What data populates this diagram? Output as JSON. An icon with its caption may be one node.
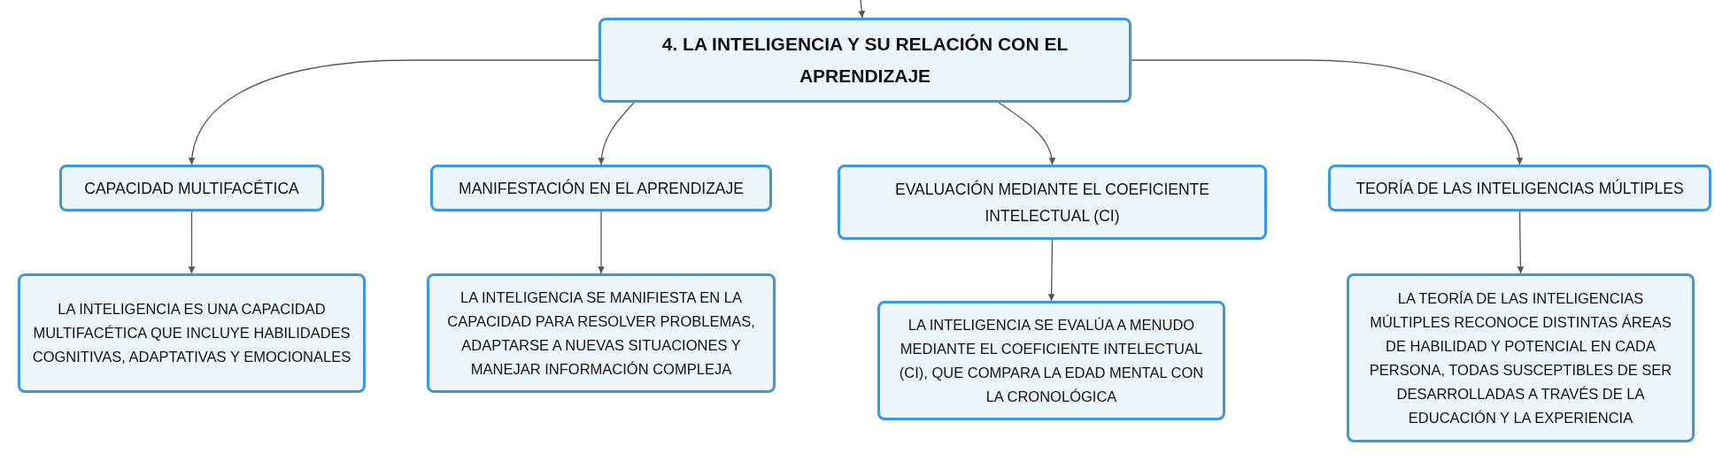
{
  "diagram": {
    "nodes": [
      {
        "text": [
          "4. LA INTELIGENCIA Y SU RELACIÓN CON EL APRENDIZAJE"
        ]
      },
      {
        "text": [
          "CAPACIDAD MULTIFACÉTICA"
        ]
      },
      {
        "text": [
          "MANIFESTACIÓN EN EL APRENDIZAJE"
        ]
      },
      {
        "text": [
          "EVALUACIÓN MEDIANTE EL COEFICIENTE INTELECTUAL (CI)"
        ]
      },
      {
        "text": [
          "TEORÍA DE LAS INTELIGENCIAS MÚLTIPLES"
        ]
      },
      {
        "text": [
          "LA INTELIGENCIA ES UNA CAPACIDAD MULTIFACÉTICA QUE INCLUYE HABILIDADES COGNITIVAS, ADAPTATIVAS Y EMOCIONALES"
        ]
      },
      {
        "text": [
          "LA INTELIGENCIA SE MANIFIESTA EN LA CAPACIDAD PARA RESOLVER PROBLEMAS, ADAPTARSE A NUEVAS SITUACIONES Y MANEJAR INFORMACIÓN COMPLEJA"
        ]
      },
      {
        "text": [
          "LA INTELIGENCIA SE EVALÚA A MENUDO MEDIANTE EL COEFICIENTE INTELECTUAL (CI), QUE COMPARA LA EDAD MENTAL CON LA CRONOLÓGICA"
        ]
      },
      {
        "text": [
          "LA TEORÍA DE LAS INTELIGENCIAS MÚLTIPLES RECONOCE DISTINTAS ÁREAS DE HABILIDAD Y POTENCIAL EN CADA PERSONA, TODAS SUSCEPTIBLES DE SER DESARROLLADAS A TRAVÉS DE LA EDUCACIÓN Y LA EXPERIENCIA"
        ]
      }
    ],
    "edges": [
      {
        "from": null,
        "to": 0,
        "arrow": "to"
      },
      {
        "from": 0,
        "to": 1,
        "arrow": "to"
      },
      {
        "from": 0,
        "to": 2,
        "arrow": "to"
      },
      {
        "from": 0,
        "to": 3,
        "arrow": "to"
      },
      {
        "from": 0,
        "to": 4,
        "arrow": "to"
      },
      {
        "from": 1,
        "to": 5,
        "arrow": "to"
      },
      {
        "from": 2,
        "to": 6,
        "arrow": "to"
      },
      {
        "from": 3,
        "to": 7,
        "arrow": "to"
      },
      {
        "from": 4,
        "to": 8,
        "arrow": "to"
      }
    ]
  }
}
